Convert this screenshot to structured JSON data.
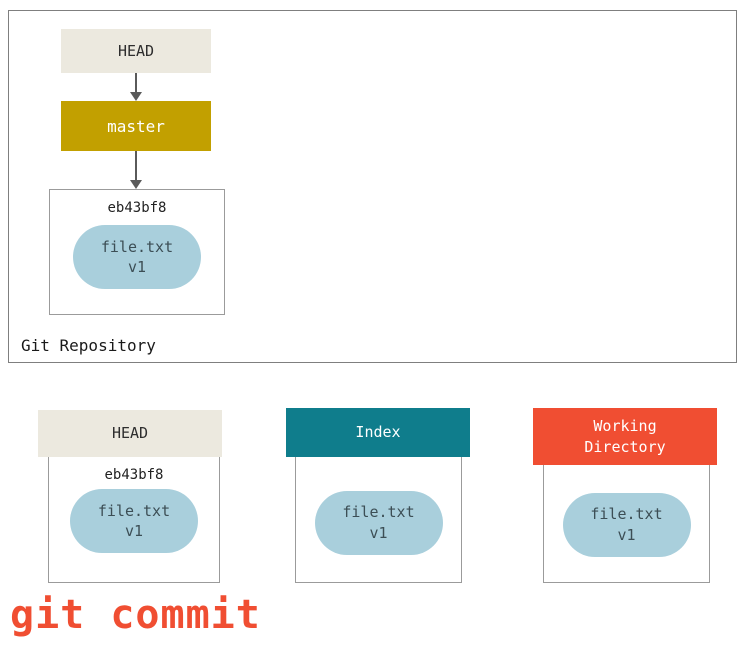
{
  "caption": "git commit",
  "repository": {
    "label": "Git Repository",
    "head": "HEAD",
    "branch": "master",
    "commit": {
      "hash": "eb43bf8",
      "file": "file.txt",
      "version": "v1"
    }
  },
  "bottom": {
    "head": {
      "label": "HEAD",
      "hash": "eb43bf8",
      "file": "file.txt",
      "version": "v1"
    },
    "index": {
      "label": "Index",
      "file": "file.txt",
      "version": "v1"
    },
    "working_directory": {
      "label": "Working Directory",
      "file": "file.txt",
      "version": "v1"
    }
  },
  "colors": {
    "head_bg": "#ece9df",
    "master_bg": "#c2a000",
    "index_bg": "#0f7d8c",
    "working_directory_bg": "#f04e32",
    "blob_bg": "#a9cfdc",
    "caption_color": "#f04e32",
    "border": "#7f7f7f"
  }
}
